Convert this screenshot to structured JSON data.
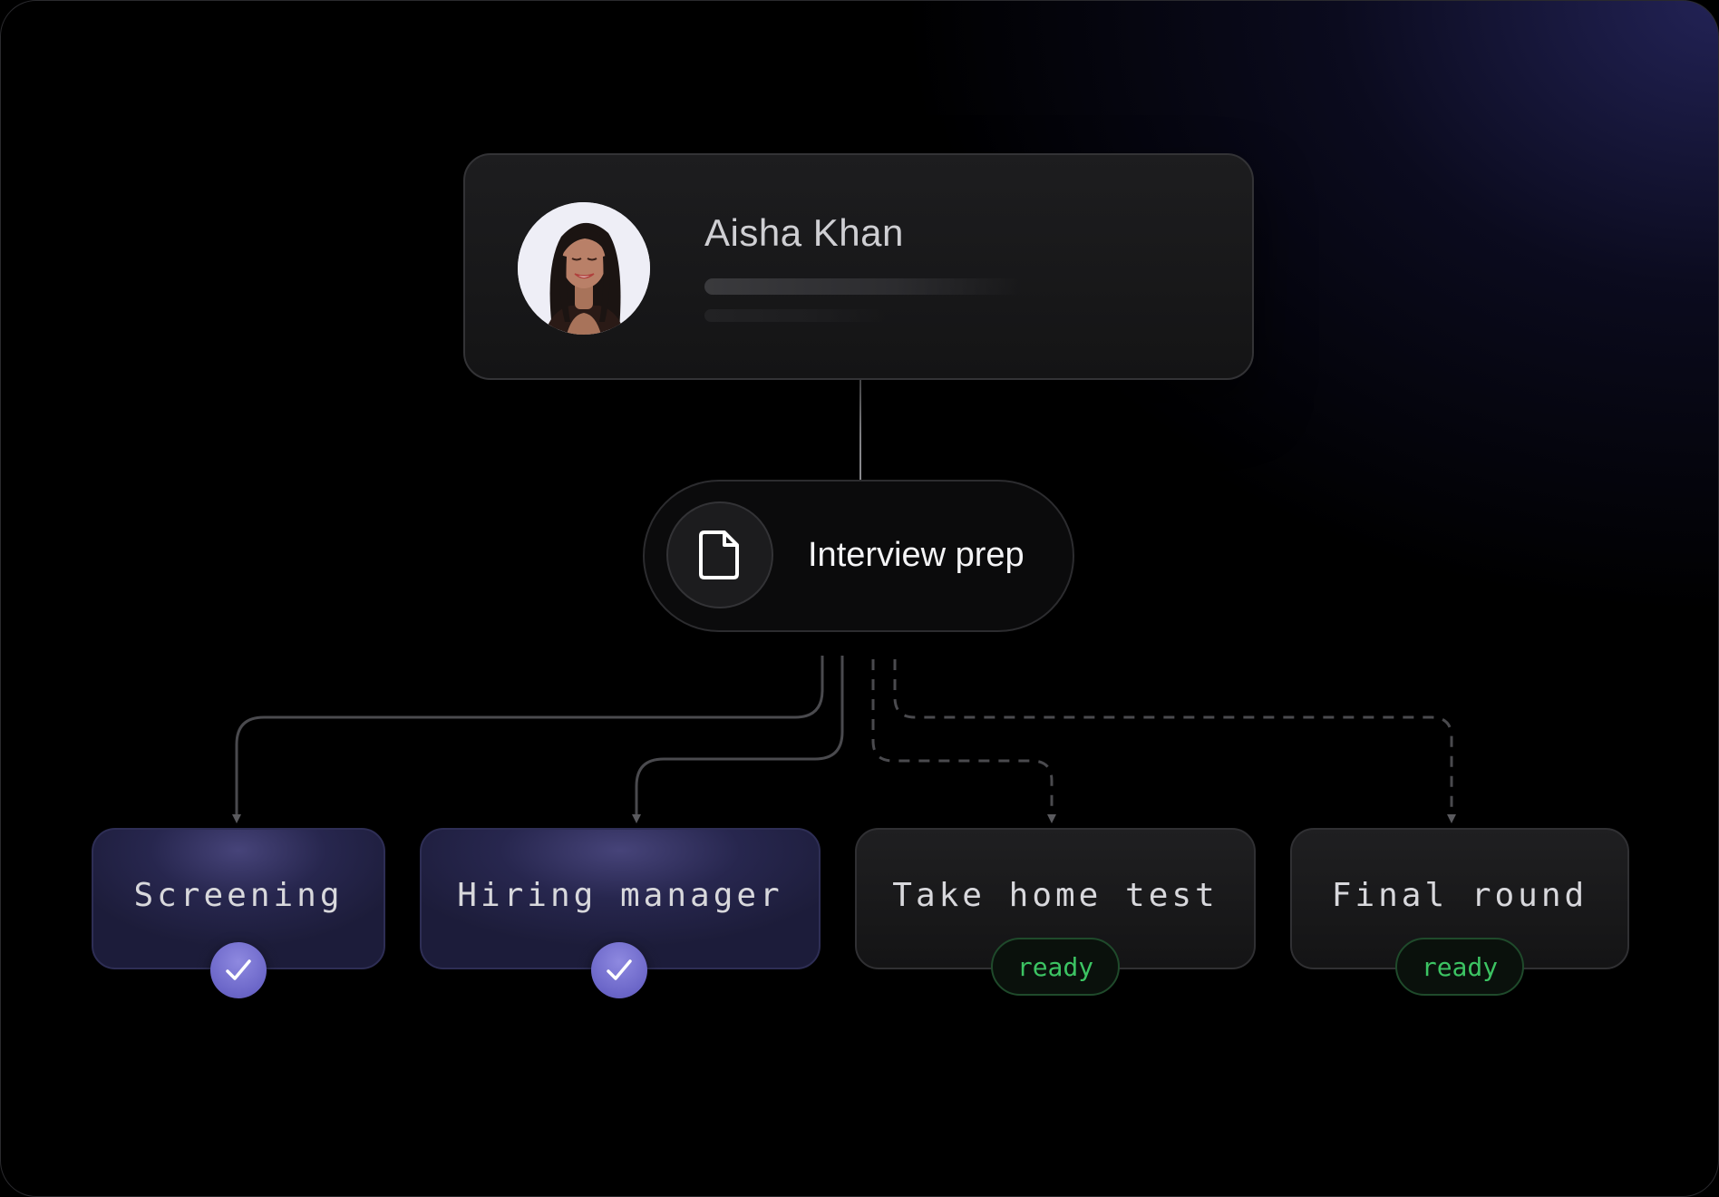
{
  "profile": {
    "name": "Aisha Khan"
  },
  "prep": {
    "label": "Interview prep",
    "icon": "document-icon"
  },
  "stages": [
    {
      "label": "Screening",
      "status": "done"
    },
    {
      "label": "Hiring manager",
      "status": "done"
    },
    {
      "label": "Take home test",
      "status": "ready",
      "badge": "ready"
    },
    {
      "label": "Final round",
      "status": "ready",
      "badge": "ready"
    }
  ],
  "colors": {
    "accent": "#6b66c8",
    "ready": "#3cc463",
    "background": "#000000"
  }
}
